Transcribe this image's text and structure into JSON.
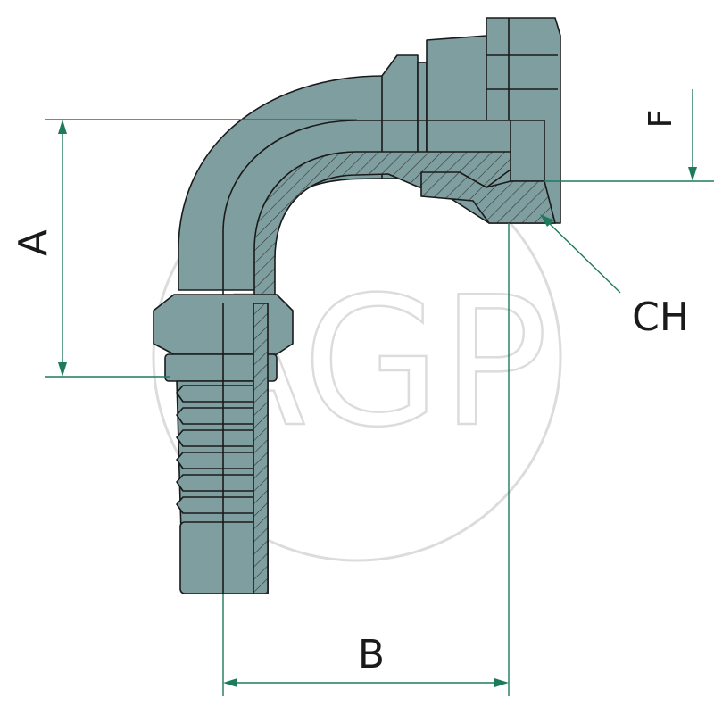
{
  "labels": {
    "a": "A",
    "b": "B",
    "f": "F",
    "ch": "CH"
  },
  "watermark": {
    "text": "AGP"
  },
  "colors": {
    "metal": "#7f9ea0",
    "outline": "#1a1a1a",
    "dimension": "#1e7a5c",
    "hatch": "#333333",
    "watermark": "#d9d9d9"
  }
}
